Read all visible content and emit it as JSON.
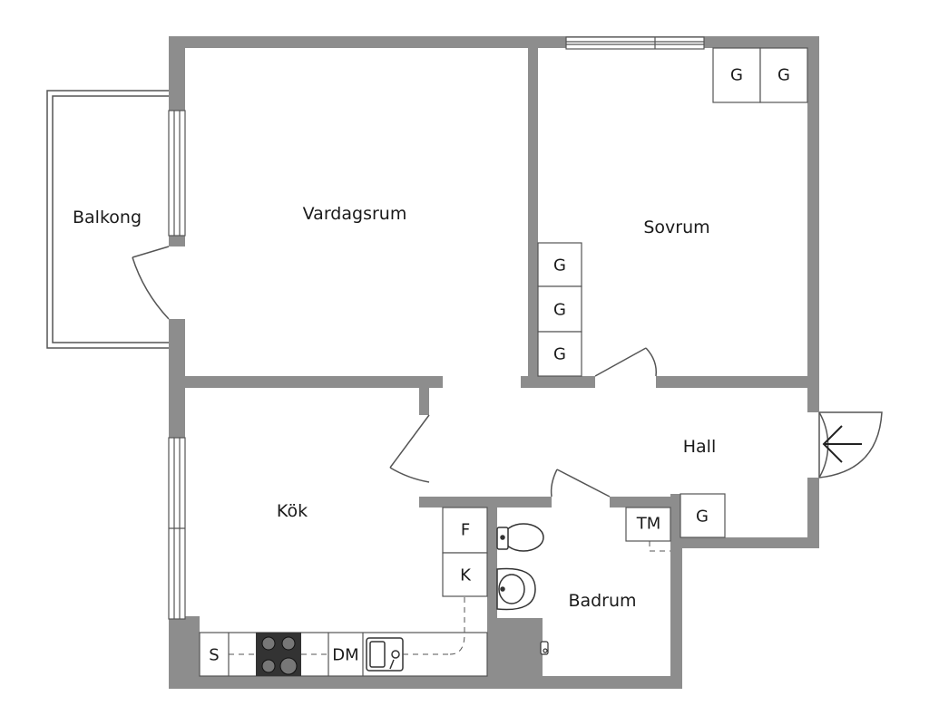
{
  "colors": {
    "wall": "#8d8d8d",
    "line": "#555555",
    "floor": "#ffffff",
    "label": "#1a1a1a"
  },
  "rooms": {
    "balkong": "Balkong",
    "vardagsrum": "Vardagsrum",
    "sovrum": "Sovrum",
    "hall": "Hall",
    "kok": "Kök",
    "badrum": "Badrum"
  },
  "fixtures": {
    "wardrobe": "G",
    "fridge": "F",
    "freezer": "K",
    "stove_side": "S",
    "dishwasher": "DM",
    "washing_machine": "TM"
  },
  "icons": {
    "entrance": "entrance-arrow-icon",
    "stove": "stove-icon",
    "sink": "kitchen-sink-icon",
    "toilet": "toilet-icon",
    "washbasin": "washbasin-icon",
    "shower": "shower-icon"
  }
}
